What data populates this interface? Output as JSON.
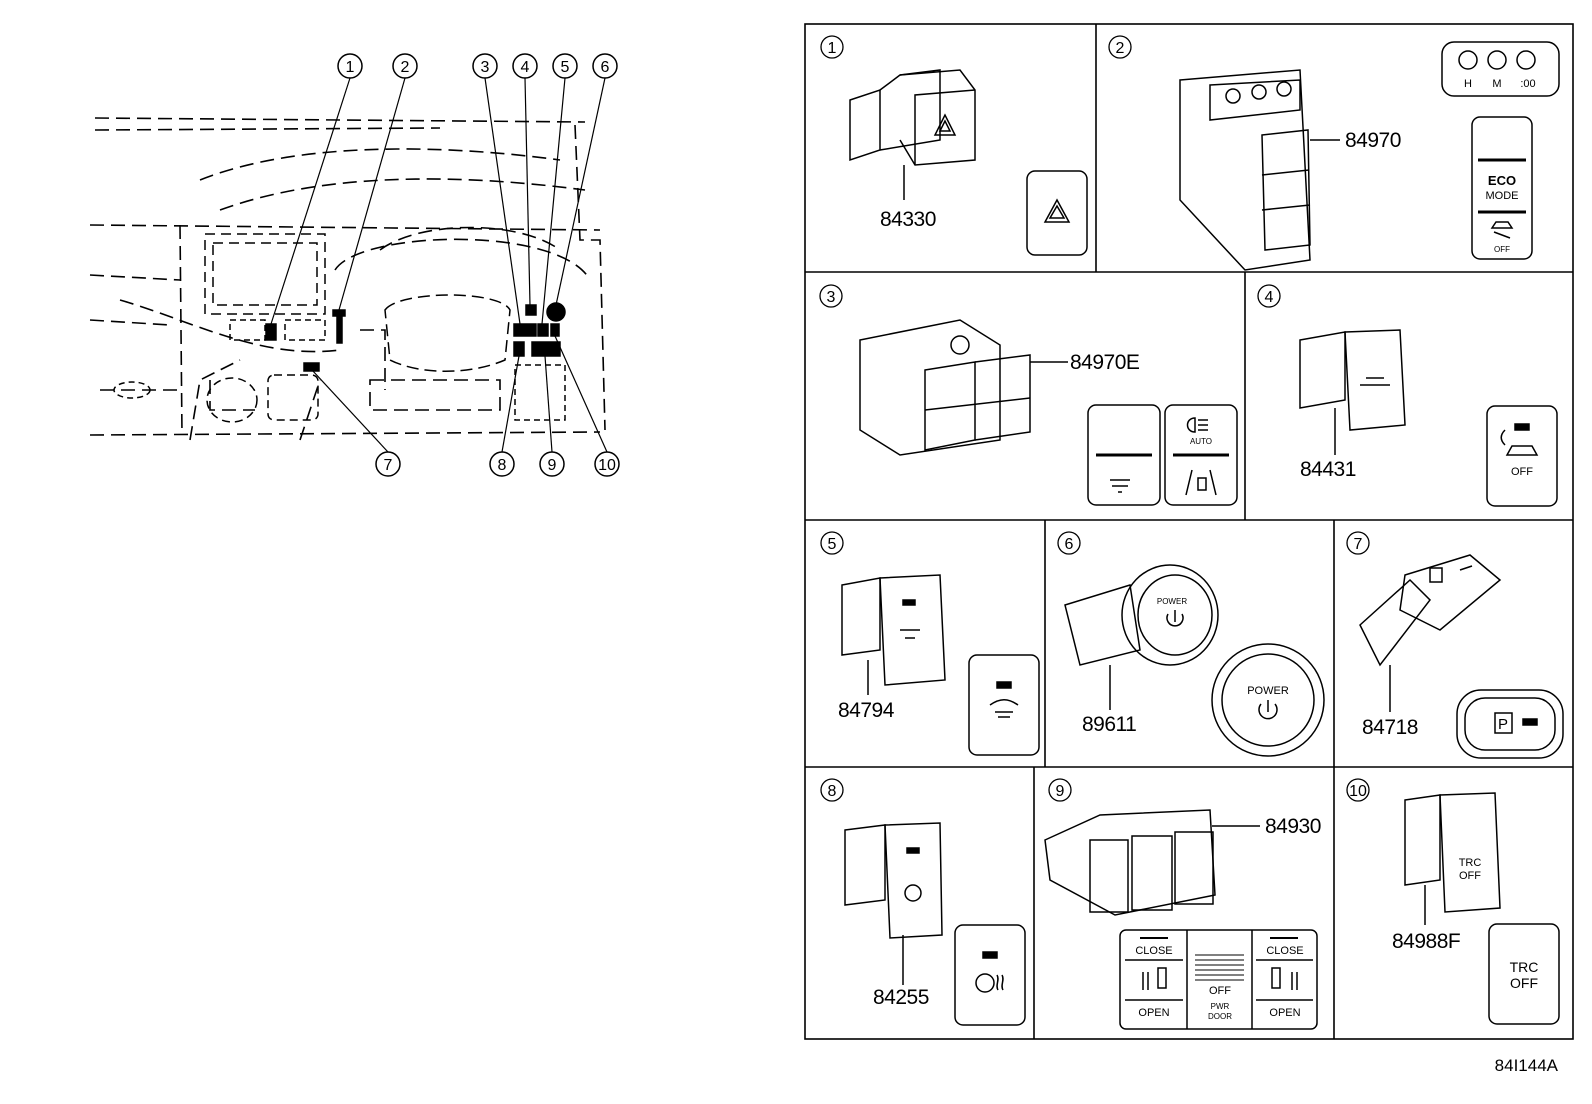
{
  "dashboard": {
    "callouts": [
      "1",
      "2",
      "3",
      "4",
      "5",
      "6",
      "7",
      "8",
      "9",
      "10"
    ]
  },
  "cells": [
    {
      "num": "1",
      "part": "84330"
    },
    {
      "num": "2",
      "part": "84970",
      "clock_labels": [
        "H",
        "M",
        ":00"
      ],
      "eco_label": "ECO",
      "mode_label": "MODE",
      "off_label": "OFF"
    },
    {
      "num": "3",
      "part": "84970E",
      "auto_label": "AUTO"
    },
    {
      "num": "4",
      "part": "84431",
      "off_label": "OFF"
    },
    {
      "num": "5",
      "part": "84794"
    },
    {
      "num": "6",
      "part": "89611",
      "power_label": "POWER"
    },
    {
      "num": "7",
      "part": "84718",
      "p_label": "P"
    },
    {
      "num": "8",
      "part": "84255"
    },
    {
      "num": "9",
      "part": "84930",
      "close_label": "CLOSE",
      "open_label": "OPEN",
      "off_label": "OFF",
      "pwr_label": "PWR",
      "door_label": "DOOR"
    },
    {
      "num": "10",
      "part": "84988F",
      "trc_label": "TRC",
      "off_label": "OFF"
    }
  ],
  "ref_code": "84I144A"
}
